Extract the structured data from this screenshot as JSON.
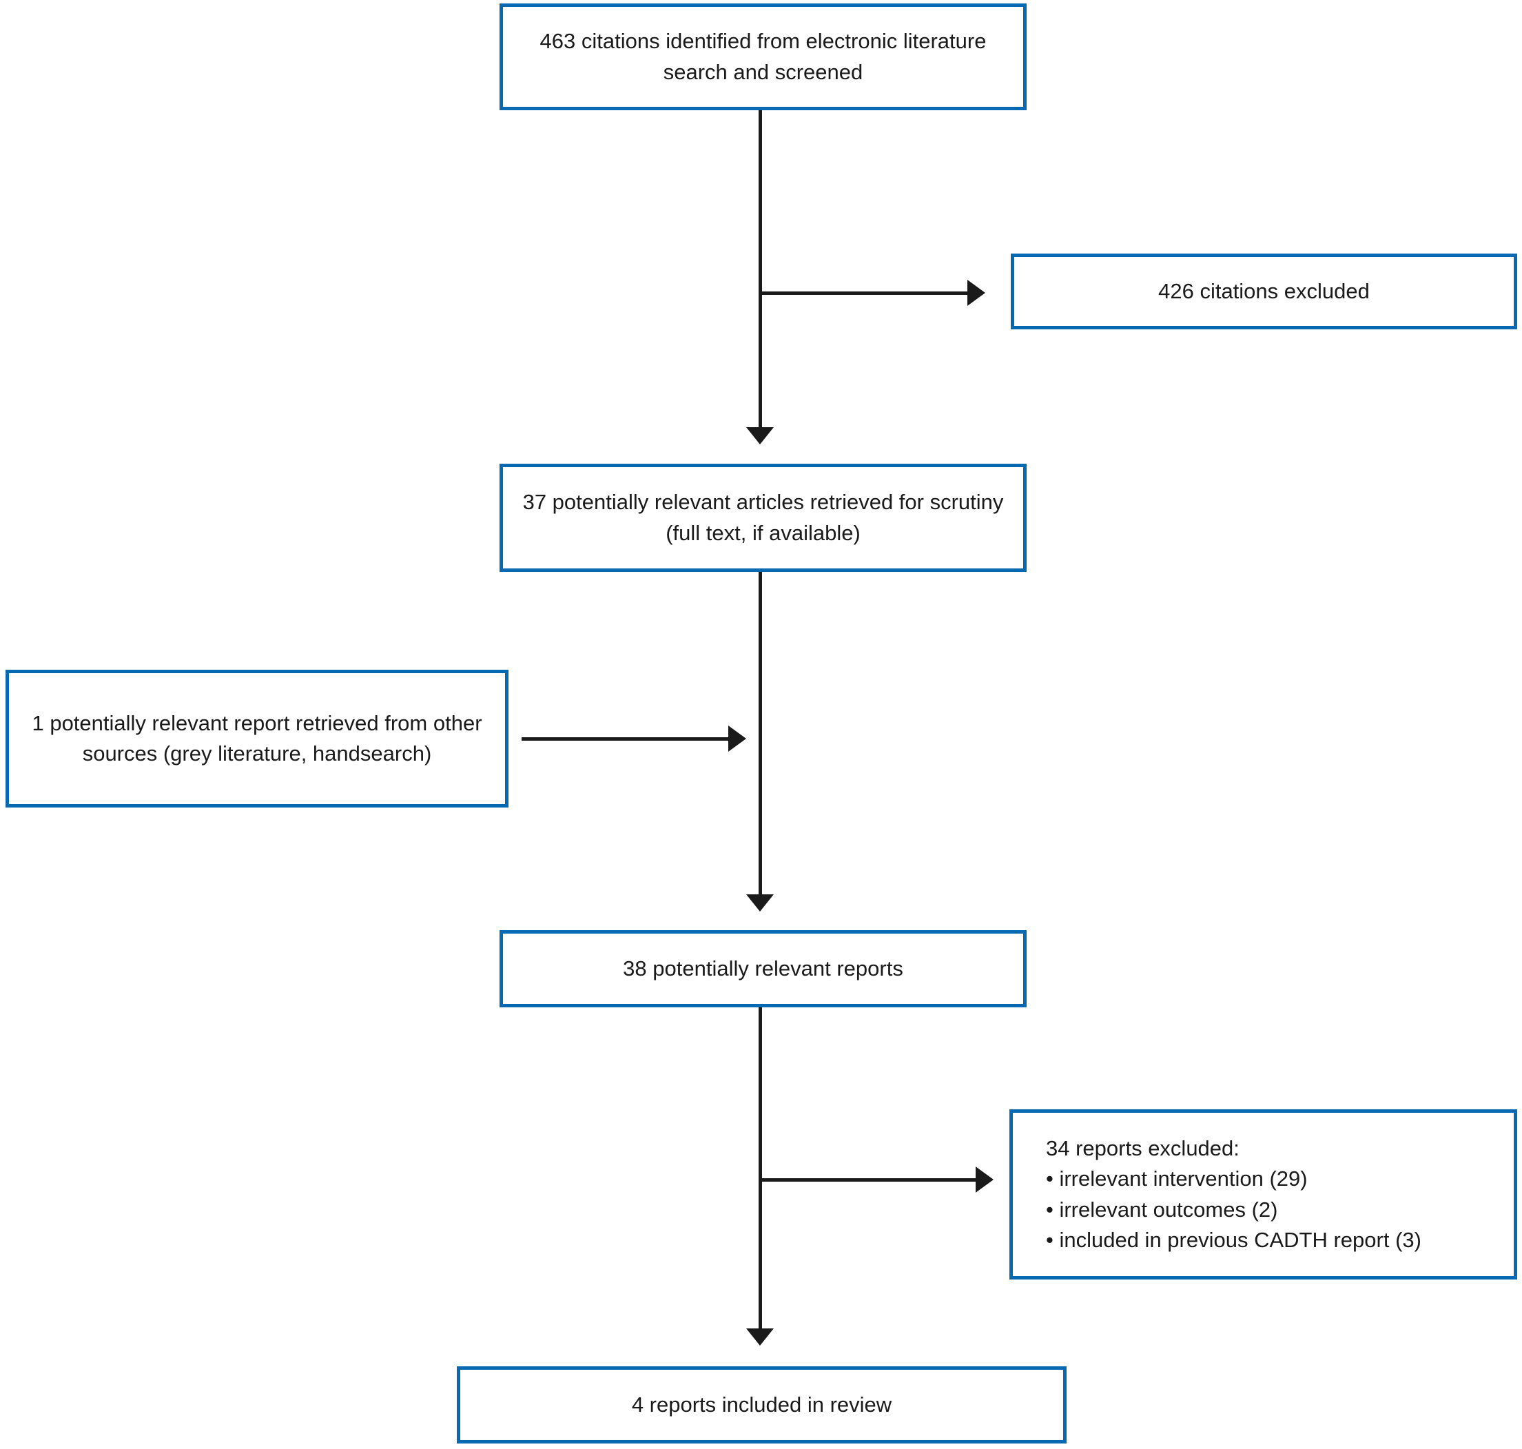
{
  "figure": {
    "type": "flowchart",
    "description": "Study selection flow diagram",
    "colors": {
      "background": "#ffffff",
      "box_border": "#0669b2",
      "arrow": "#1a1a1a",
      "text": "#1a1a1a"
    },
    "nodes": {
      "identified": {
        "text": "463 citations identified from electronic literature search and screened"
      },
      "citations_excluded": {
        "text": "426 citations excluded"
      },
      "articles_retrieved": {
        "text": "37 potentially relevant articles retrieved for scrutiny (full text, if available)"
      },
      "other_sources": {
        "text": "1 potentially relevant report retrieved from other sources (grey literature, handsearch)"
      },
      "relevant_reports": {
        "text": "38 potentially relevant reports"
      },
      "reports_excluded": {
        "heading": "34 reports excluded:",
        "bullets": [
          "• irrelevant intervention (29)",
          "• irrelevant outcomes (2)",
          "• included in previous CADTH report (3)"
        ]
      },
      "included_in_review": {
        "text": "4 reports included in review"
      }
    },
    "edges": [
      "identified -> articles_retrieved",
      "identified -> citations_excluded",
      "other_sources -> relevant_reports",
      "articles_retrieved -> relevant_reports",
      "relevant_reports -> reports_excluded",
      "relevant_reports -> included_in_review"
    ]
  }
}
